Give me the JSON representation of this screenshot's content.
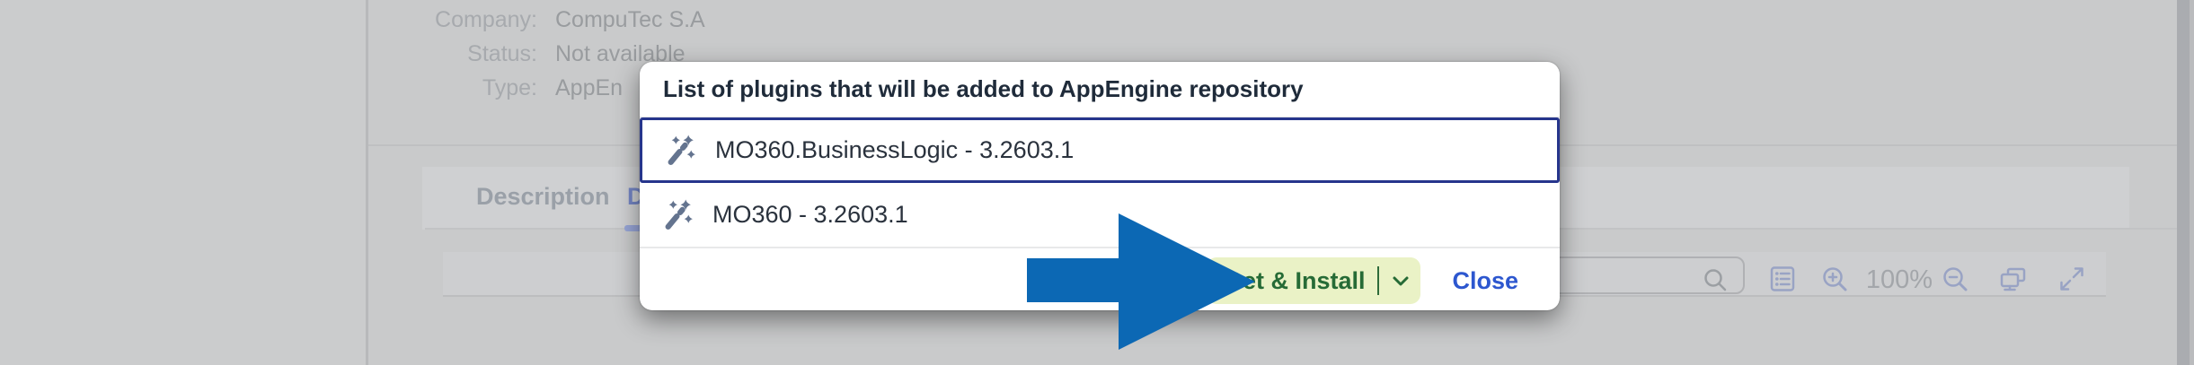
{
  "background": {
    "fields": [
      {
        "label": "Company:",
        "value": "CompuTec S.A"
      },
      {
        "label": "Status:",
        "value": "Not available"
      },
      {
        "label": "Type:",
        "value": "AppEn"
      }
    ],
    "tabs": [
      {
        "label": "Description",
        "selected": false
      },
      {
        "label": "D",
        "selected": true
      }
    ],
    "toolbar": {
      "search_value": "",
      "zoom_level": "100%",
      "icons": [
        "search-icon",
        "detail-list-icon",
        "zoom-in-icon",
        "zoom-out-icon",
        "sys-monitor-icon",
        "fullscreen-icon"
      ]
    }
  },
  "dialog": {
    "title": "List of plugins that will be added to AppEngine repository",
    "plugins": [
      {
        "name": "MO360.BusinessLogic - 3.2603.1",
        "icon": "magic-wand-icon",
        "selected": true
      },
      {
        "name": "MO360 - 3.2603.1",
        "icon": "magic-wand-icon",
        "selected": false
      }
    ],
    "footer": {
      "primary_label": "Get & Install",
      "close_label": "Close"
    }
  },
  "annotation": {
    "shape": "arrow-right",
    "color": "#0c68b4"
  },
  "colors": {
    "selected_row_border": "#26358c",
    "primary_button_bg": "#eaf2c6",
    "primary_button_text": "#266b36",
    "close_button_text": "#2d57cf",
    "arrow": "#0c68b4",
    "dialog_title": "#1f2b3a"
  }
}
